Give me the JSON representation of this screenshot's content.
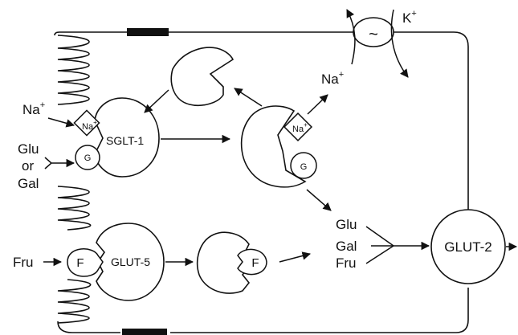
{
  "labels": {
    "na_in": "Na",
    "na_in_sup": "+",
    "glu": "Glu",
    "or": "or",
    "gal": "Gal",
    "fru": "Fru",
    "sglt1": "SGLT-1",
    "glut5": "GLUT-5",
    "glut2": "GLUT-2",
    "na_out": "Na",
    "na_out_sup": "+",
    "k": "K",
    "k_sup": "+",
    "pump": "~",
    "g": "G",
    "f": "F",
    "na_box": "Na",
    "na_box_sup": "+",
    "out_glu": "Glu",
    "out_gal": "Gal",
    "out_fru": "Fru"
  },
  "colors": {
    "stroke": "#111111",
    "fill": "#ffffff",
    "tight_junction": "#111111"
  }
}
